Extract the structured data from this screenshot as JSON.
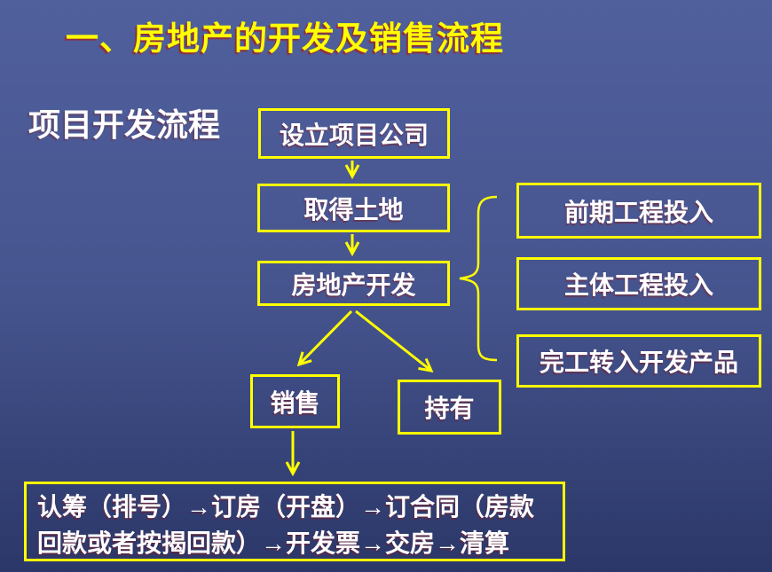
{
  "slide": {
    "title": "一、房地产的开发及销售流程",
    "section_label": "项目开发流程"
  },
  "flowchart": {
    "nodes": {
      "setup_company": "设立项目公司",
      "acquire_land": "取得土地",
      "development": "房地产开发",
      "sales": "销售",
      "hold": "持有",
      "pre_engineering": "前期工程投入",
      "main_engineering": "主体工程投入",
      "completion_transfer": "完工转入开发产品"
    },
    "sales_process": {
      "lines": [
        "认筹（排号）→订房（开盘）→订合同（房款",
        "回款或者按揭回款）→开发票→交房→清算"
      ]
    }
  },
  "colors": {
    "accent_yellow": "#FFFF00",
    "title_text": "#FFFF00",
    "body_text": "#FFFFFF",
    "background_top": "#50609D",
    "background_middle": "#46548E",
    "background_bottom": "#2B3768"
  }
}
